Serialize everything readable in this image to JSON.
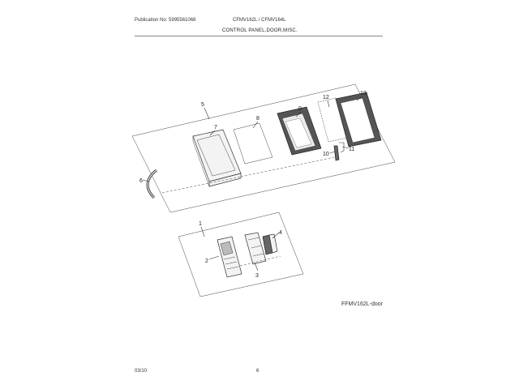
{
  "header": {
    "publication": "Publication No: 5995561068",
    "models": "CFMV162L / CFMV164L",
    "section_title": "CONTROL PANEL,DOOR,MISC."
  },
  "callouts": {
    "c1": "1",
    "c2": "2",
    "c3": "3",
    "c4": "4",
    "c5": "5",
    "c6": "6",
    "c7": "7",
    "c8": "8",
    "c9": "9",
    "c10": "10",
    "c11": "11",
    "c12": "12",
    "c13": "13"
  },
  "diagram_id": "FFMV162L-door",
  "footer": {
    "date": "03/10",
    "page": "6"
  }
}
